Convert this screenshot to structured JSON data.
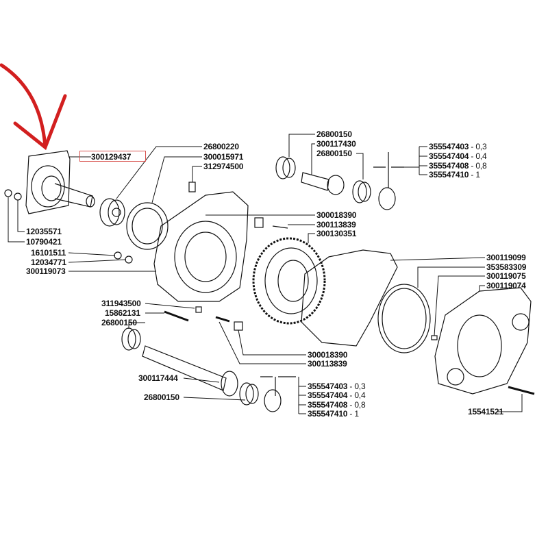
{
  "highlighted_part": "300129437",
  "colors": {
    "arrow": "#d21f1f",
    "highlight_box": "#d9534f",
    "ink": "#111111"
  },
  "labels": {
    "flange": "300129437",
    "bearing_top": "26800220",
    "gasket_top": "300015971",
    "breather": "312974500",
    "washer_a": "12035571",
    "nut_a": "10790421",
    "nut_b": "16101511",
    "washer_b": "12034771",
    "housing": "300119073",
    "upper_bearing_1": "26800150",
    "upper_shaft": "300117430",
    "upper_bearing_2": "26800150",
    "upper_shims": [
      {
        "part": "355547403",
        "size": "- 0,3"
      },
      {
        "part": "355547404",
        "size": "- 0,4"
      },
      {
        "part": "355547408",
        "size": "- 0,8"
      },
      {
        "part": "355547410",
        "size": "- 1"
      }
    ],
    "lock_plate_top": "300018390",
    "bolt_top": "300113839",
    "ring_gear": "300130351",
    "cover_gasket": "300119099",
    "seal": "353583309",
    "dowel": "300119075",
    "cover": "300119074",
    "plug": "311943500",
    "bolt_housing": "15862131",
    "lower_bearing_1": "26800150",
    "lock_plate_bottom": "300018390",
    "bolt_bottom": "300113839",
    "lower_shaft": "300117444",
    "lower_bearing_2": "26800150",
    "lower_shims": [
      {
        "part": "355547403",
        "size": "- 0,3"
      },
      {
        "part": "355547404",
        "size": "- 0,4"
      },
      {
        "part": "355547408",
        "size": "- 0,8"
      },
      {
        "part": "355547410",
        "size": "- 1"
      }
    ],
    "cover_bolt": "15541521"
  }
}
